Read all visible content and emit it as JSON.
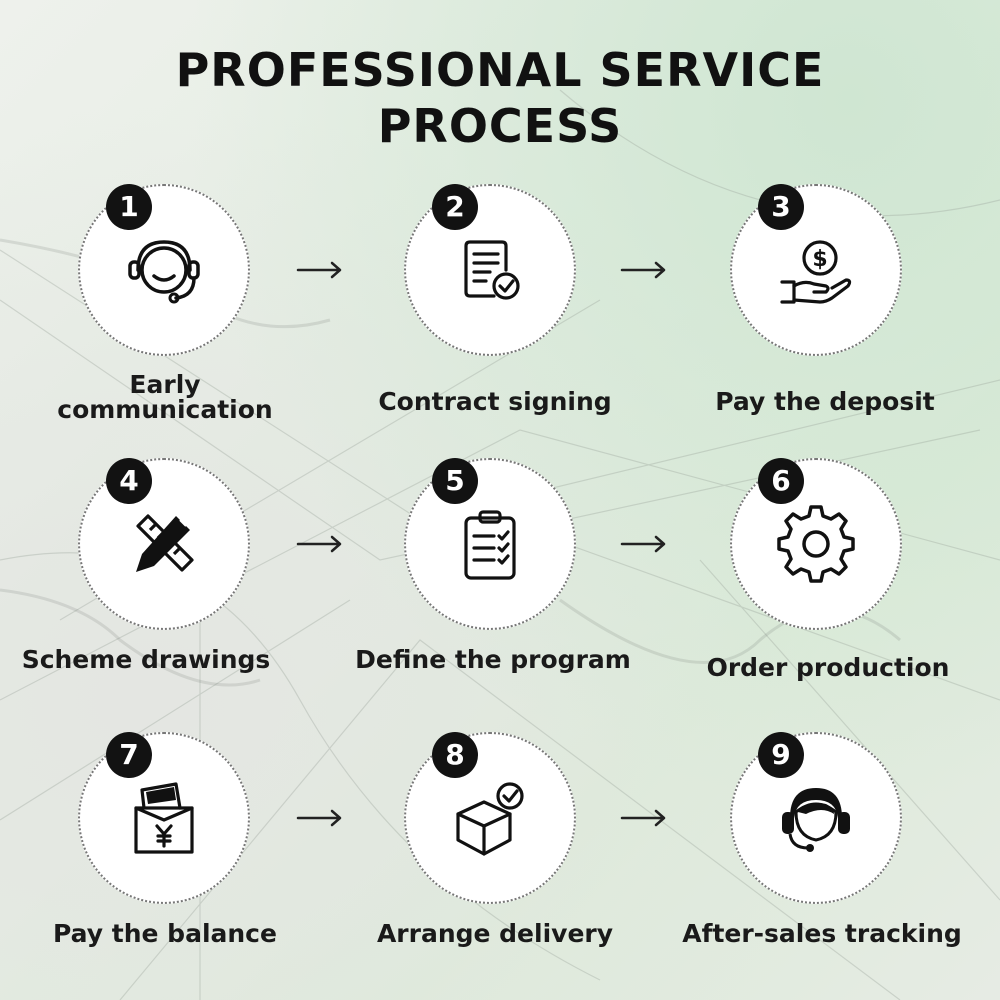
{
  "title": {
    "line1": "PROFESSIONAL SERVICE",
    "line2": "PROCESS"
  },
  "steps": [
    {
      "number": "1",
      "label_line1": "Early",
      "label_line2": "communication",
      "icon": "headset-smile-icon"
    },
    {
      "number": "2",
      "label": "Contract signing",
      "icon": "contract-check-icon"
    },
    {
      "number": "3",
      "label": "Pay the deposit",
      "icon": "hand-coin-icon"
    },
    {
      "number": "4",
      "label": "Scheme drawings",
      "icon": "pencil-ruler-icon"
    },
    {
      "number": "5",
      "label": "Define the program",
      "icon": "clipboard-checklist-icon"
    },
    {
      "number": "6",
      "label": "Order production",
      "icon": "gear-icon"
    },
    {
      "number": "7",
      "label": "Pay the balance",
      "icon": "yen-envelope-icon"
    },
    {
      "number": "8",
      "label": "Arrange delivery",
      "icon": "box-check-icon"
    },
    {
      "number": "9",
      "label": "After-sales tracking",
      "icon": "support-agent-icon"
    }
  ],
  "colors": {
    "badge": "#121212",
    "circle": "#ffffff",
    "accent_green": "#dcebd9"
  }
}
